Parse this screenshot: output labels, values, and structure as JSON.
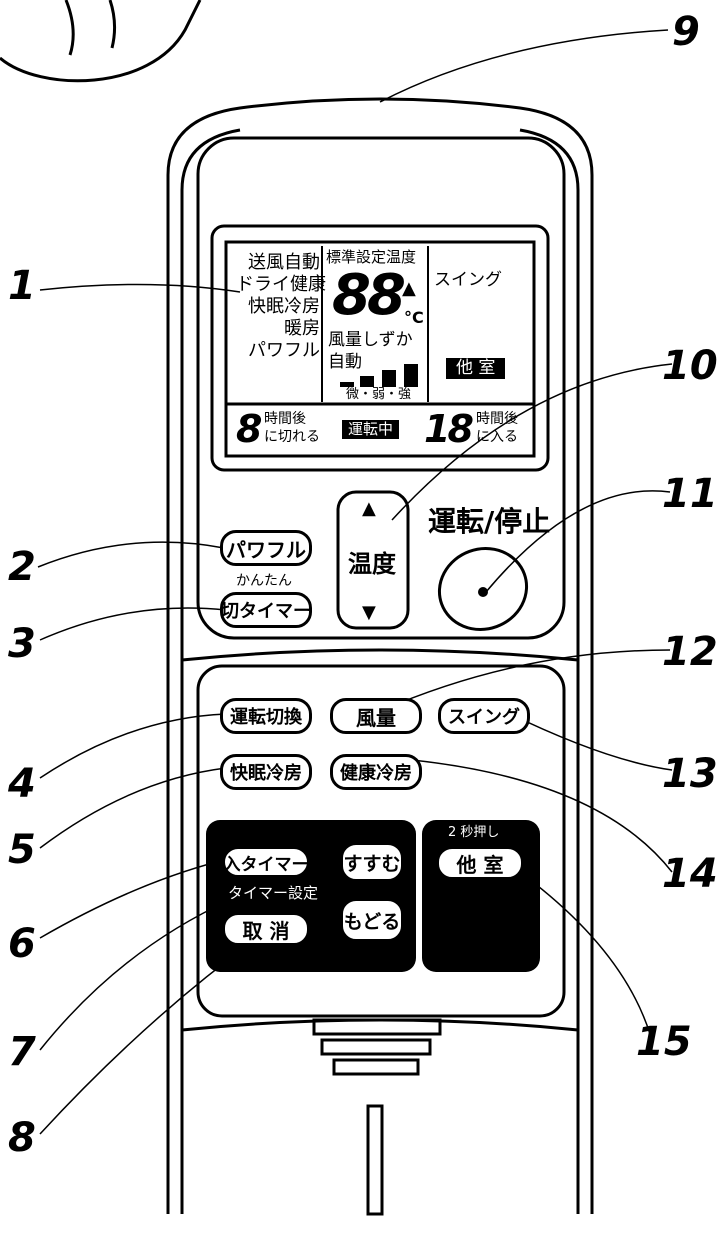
{
  "callouts": [
    "1",
    "2",
    "3",
    "4",
    "5",
    "6",
    "7",
    "8",
    "9",
    "10",
    "11",
    "12",
    "13",
    "14",
    "15"
  ],
  "lcd": {
    "left_modes": [
      "送風自動",
      "ドライ健康",
      "快眠冷房",
      "暖房",
      "パワフル"
    ],
    "top_label": "標準設定温度",
    "temp_digits": "88",
    "temp_unit": "°C",
    "triangle": "▲",
    "fan_label": "風量しずか",
    "auto_label": "自動",
    "fan_levels": "微・弱・強",
    "swing": "スイング",
    "other_room": "他 室",
    "off_timer_hours": "8",
    "off_timer_text_1": "時間後",
    "off_timer_text_2": "に切れる",
    "running": "運転中",
    "on_timer_hours": "18",
    "on_timer_text_1": "時間後",
    "on_timer_text_2": "に入る"
  },
  "buttons": {
    "powerful": "パワフル",
    "easy_timer_caption": "かんたん",
    "off_timer": "切タイマー",
    "temp_up": "▲",
    "temp_label": "温度",
    "temp_down": "▼",
    "start_stop_label": "運転/停止",
    "mode_switch": "運転切換",
    "fan_speed": "風量",
    "swing": "スイング",
    "sleep_cool": "快眠冷房",
    "health_cool": "健康冷房",
    "on_timer": "入タイマー",
    "timer_setting": "タイマー設定",
    "cancel": "取 消",
    "forward": "すすむ",
    "back": "もどる",
    "hold_2s": "2 秒押し",
    "other_room": "他 室"
  }
}
